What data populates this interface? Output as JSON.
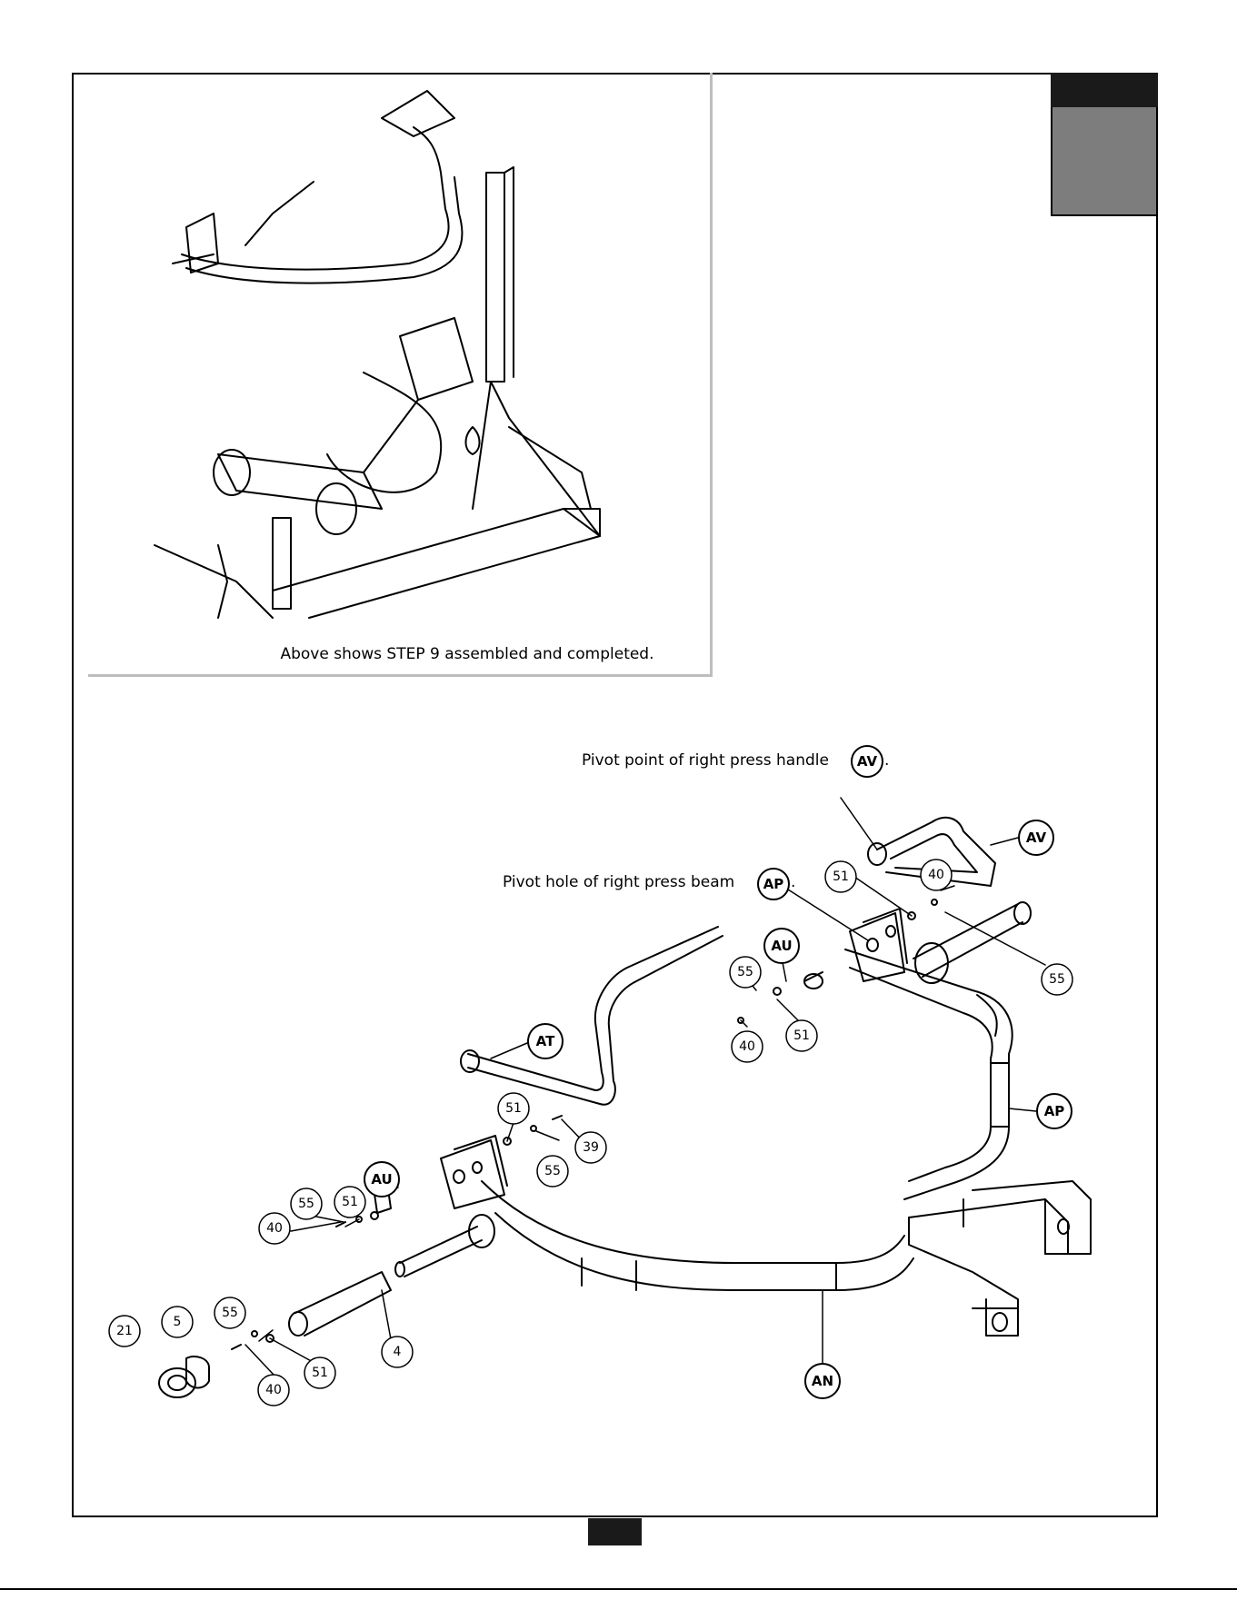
{
  "inset": {
    "caption": "Above shows STEP 9 assembled and completed."
  },
  "callouts": {
    "pivot_point": {
      "text": "Pivot point of right press handle",
      "ref": "AV"
    },
    "pivot_hole": {
      "text": "Pivot hole of right press beam",
      "ref": "AP"
    }
  },
  "labels": {
    "av": "AV",
    "ap": "AP",
    "at": "AT",
    "au_top": "AU",
    "au_left": "AU",
    "an": "AN",
    "p51_a": "51",
    "p40_a": "40",
    "p55_a": "55",
    "p55_b": "55",
    "p40_b": "40",
    "p51_b": "51",
    "p51_c": "51",
    "p39": "39",
    "p55_c": "55",
    "p55_d": "55",
    "p51_d": "51",
    "p40_d": "40",
    "p21": "21",
    "p5": "5",
    "p55_e": "55",
    "p40_e": "40",
    "p51_e": "51",
    "p4": "4"
  }
}
